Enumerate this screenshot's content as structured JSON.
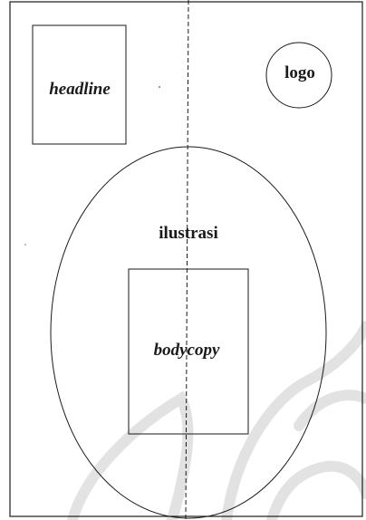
{
  "layout_sketch": {
    "headline_label": "headline",
    "logo_label": "logo",
    "illustration_label": "ilustrasi",
    "bodycopy_label": "bodycopy",
    "ink_color": "#1a1a1a",
    "background_color": "#ffffff",
    "watermark_color": "#d9d9d9"
  }
}
